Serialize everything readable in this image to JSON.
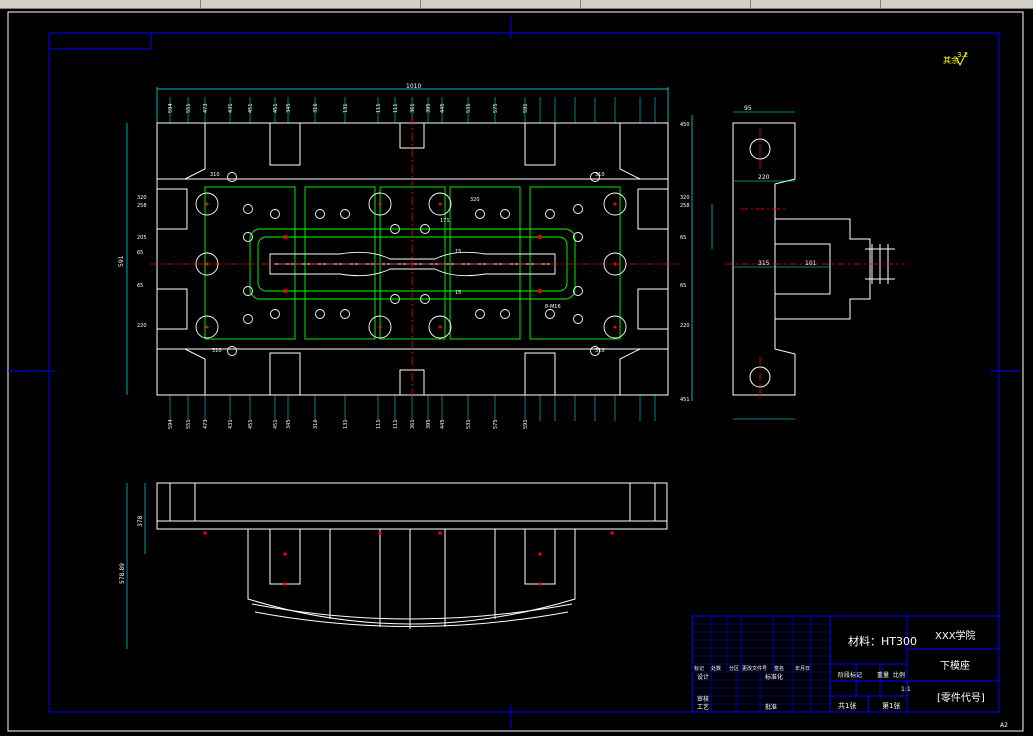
{
  "title_block": {
    "material": "材料：HT300",
    "school": "XXX学院",
    "part_name": "下模座",
    "part_code": "[零件代号]",
    "scale": "1:1",
    "sheet_total_label": "共1张",
    "sheet_no_label": "第1张",
    "paper_size": "A2",
    "rev_headers": [
      "标记",
      "处数",
      "分区",
      "更改文件号",
      "签名",
      "年月日"
    ],
    "design_label": "设计",
    "standard_label": "标准化",
    "review_label": "审核",
    "process_label": "工艺",
    "approve_label": "批准",
    "stage_label": "阶段标记",
    "weight_label": "重量",
    "scale_label": "比例"
  },
  "roughness": {
    "label": "其余",
    "value": "3.2"
  },
  "dimensions": {
    "overall_width": "1010",
    "overall_height": "591",
    "side_width": "95",
    "side_depth": "220",
    "side_mid": "315",
    "side_small": "101",
    "front_height": "578.89",
    "front_inner": "378",
    "bottom_left": [
      "594",
      "551",
      "473",
      "431",
      "451",
      "451",
      "345",
      "316",
      "131",
      "111",
      "111",
      "361",
      "395",
      "445",
      "531",
      "575",
      "591"
    ],
    "left_dims": [
      "320",
      "258",
      "205",
      "65",
      "65",
      "220"
    ],
    "right_dims": [
      "450",
      "320",
      "258",
      "65",
      "65",
      "220",
      "451"
    ],
    "inner_labels": [
      "310",
      "310",
      "310",
      "310",
      "320",
      "171",
      "15",
      "15",
      "8-M16"
    ]
  }
}
